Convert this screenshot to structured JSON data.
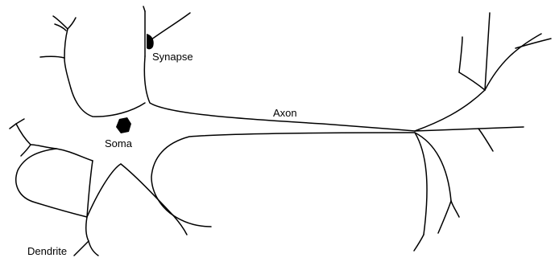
{
  "labels": {
    "synapse": "Synapse",
    "axon": "Axon",
    "soma": "Soma",
    "dendrite": "Dendrite"
  },
  "colors": {
    "background": "#ffffff",
    "ink": "#000000"
  }
}
